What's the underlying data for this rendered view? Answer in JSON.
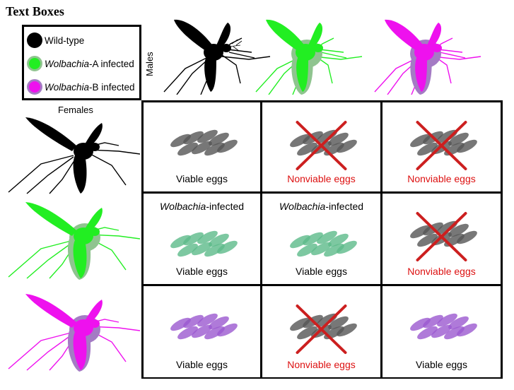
{
  "title": "Text Boxes",
  "colors": {
    "wild_type": "#000000",
    "wolbachia_a": "#22ee22",
    "wolbachia_a_halo": "#8fc48f",
    "wolbachia_b": "#ee11ee",
    "wolbachia_b_halo": "#a47bc4",
    "viable_egg_gray": "#555555",
    "viable_egg_green": "#5cba8a",
    "viable_egg_purple": "#9b59cf",
    "nonviable_text": "#dd1111",
    "cross": "#cc1f1f"
  },
  "legend": {
    "items": [
      {
        "name": "",
        "label": "Wild-type",
        "color": "#000000",
        "halo": "#000000"
      },
      {
        "name": "Wolbachia",
        "label": "-A infected",
        "color": "#22ee22",
        "halo": "#8fc48f"
      },
      {
        "name": "Wolbachia",
        "label": "-B infected",
        "color": "#ee11ee",
        "halo": "#a47bc4"
      }
    ]
  },
  "males_label": "Males",
  "females_label": "Females",
  "infected_label": {
    "name": "Wolbachia",
    "suffix": "-infected"
  },
  "grid": [
    [
      {
        "caption": "Viable eggs",
        "status": "viable",
        "eggs": "gray",
        "header": false
      },
      {
        "caption": "Nonviable eggs",
        "status": "nonviable",
        "eggs": "gray",
        "header": false
      },
      {
        "caption": "Nonviable eggs",
        "status": "nonviable",
        "eggs": "gray",
        "header": false
      }
    ],
    [
      {
        "caption": "Viable eggs",
        "status": "viable",
        "eggs": "green",
        "header": true
      },
      {
        "caption": "Viable eggs",
        "status": "viable",
        "eggs": "green",
        "header": true
      },
      {
        "caption": "Nonviable eggs",
        "status": "nonviable",
        "eggs": "gray",
        "header": false
      }
    ],
    [
      {
        "caption": "Viable eggs",
        "status": "viable",
        "eggs": "purple",
        "header": false
      },
      {
        "caption": "Nonviable eggs",
        "status": "nonviable",
        "eggs": "gray",
        "header": false
      },
      {
        "caption": "Viable eggs",
        "status": "viable",
        "eggs": "purple",
        "header": false
      }
    ]
  ]
}
